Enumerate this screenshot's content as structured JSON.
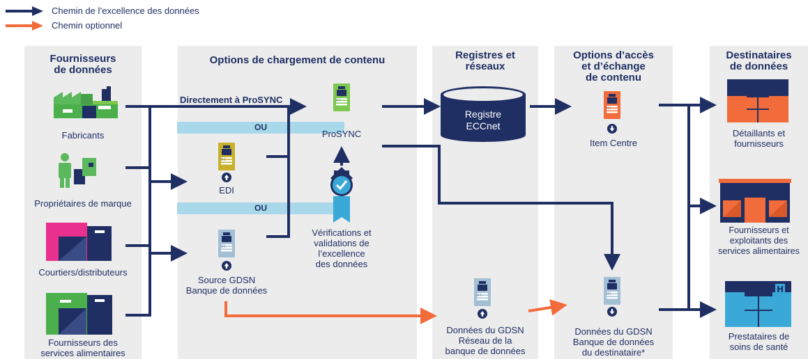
{
  "legend": [
    {
      "label": "Chemin de l’excellence des données",
      "color": "#1f2f63"
    },
    {
      "label": "Chemin optionnel",
      "color": "#f26b3a"
    }
  ],
  "columns": {
    "suppliers": {
      "title1": "Fournisseurs",
      "title2": "de données"
    },
    "loading": {
      "title": "Options de chargement de contenu"
    },
    "registries": {
      "title1": "Registres et",
      "title2": "réseaux"
    },
    "access": {
      "title1": "Options d’accès",
      "title2": "et d’échange",
      "title3": "de contenu"
    },
    "recipients": {
      "title1": "Destinataires",
      "title2": "de données"
    }
  },
  "suppliers": {
    "manufacturers": "Fabricants",
    "brand_owners": "Propriétaires de marque",
    "brokers": "Courtiers/distributeurs",
    "food_service_1": "Fournisseurs des",
    "food_service_2": "services alimentaires"
  },
  "loading": {
    "direct": "Directement à ProSYNC",
    "or1": "OU",
    "edi": "EDI",
    "or2": "OU",
    "gdsn_source_1": "Source GDSN",
    "gdsn_source_2": "Banque de données"
  },
  "prosync": {
    "label": "ProSYNC",
    "checks": [
      "Vérifications et",
      "validations de",
      "l’excellence",
      "des données"
    ]
  },
  "registry": {
    "line1": "Registre",
    "line2": "ECCnet",
    "gdsn_network": [
      "Données du GDSN",
      "Réseau de la",
      "banque de données"
    ]
  },
  "access": {
    "item_centre": "Item Centre",
    "gdsn_recipient": [
      "Données du GDSN",
      "Banque de données",
      "du destinataire*"
    ]
  },
  "recipients": {
    "retailers": [
      "Détaillants et",
      "fournisseurs"
    ],
    "food_service": [
      "Fournisseurs et",
      "exploitants des",
      "services alimentaires"
    ],
    "health": [
      "Prestataires de",
      "soins de santé"
    ]
  }
}
